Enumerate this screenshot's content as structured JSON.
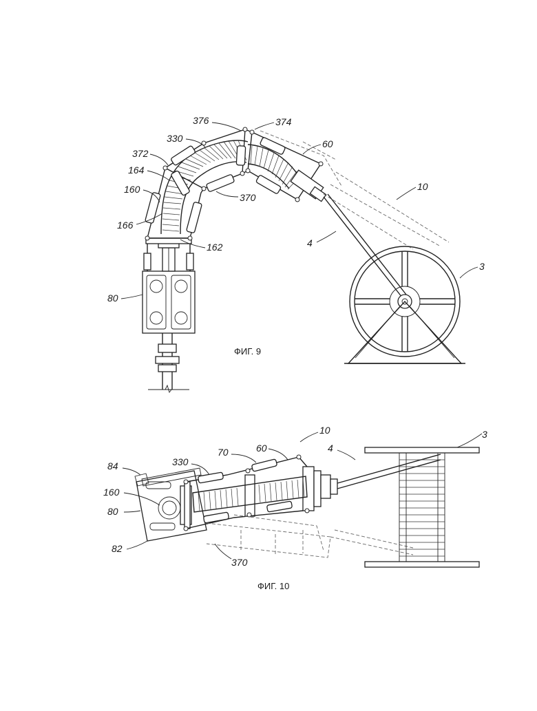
{
  "figures": [
    {
      "caption": "ФИГ. 9",
      "labels": [
        "376",
        "374",
        "330",
        "60",
        "372",
        "164",
        "10",
        "160",
        "370",
        "166",
        "4",
        "162",
        "3",
        "80"
      ]
    },
    {
      "caption": "ФИГ. 10",
      "labels": [
        "10",
        "3",
        "330",
        "70",
        "60",
        "4",
        "84",
        "160",
        "80",
        "82",
        "370"
      ]
    }
  ]
}
